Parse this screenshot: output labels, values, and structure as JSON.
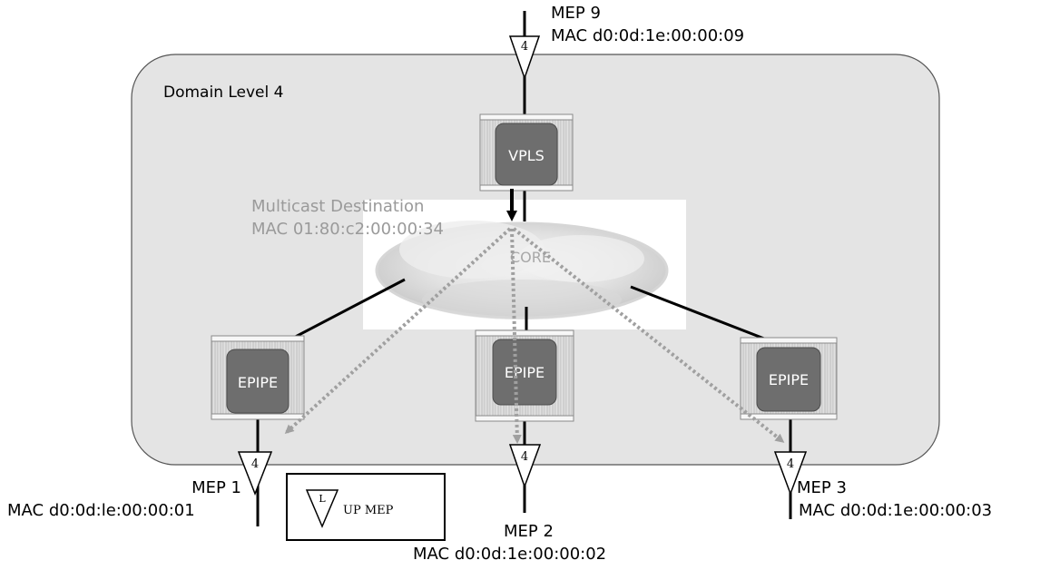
{
  "domain": {
    "label": "Domain Level 4"
  },
  "core": {
    "label": "CORE"
  },
  "multicast": {
    "title": "Multicast Destination",
    "mac": "MAC 01:80:c2:00:00:34"
  },
  "routers": {
    "vpls": "VPLS",
    "epipe1": "EPIPE",
    "epipe2": "EPIPE",
    "epipe3": "EPIPE"
  },
  "meps": {
    "mep9": {
      "name": "MEP 9",
      "mac": "MAC d0:0d:1e:00:00:09",
      "level": "4"
    },
    "mep1": {
      "name": "MEP 1",
      "mac": "MAC d0:0d:le:00:00:01",
      "level": "4"
    },
    "mep2": {
      "name": "MEP 2",
      "mac": "MAC d0:0d:1e:00:00:02",
      "level": "4"
    },
    "mep3": {
      "name": "MEP 3",
      "mac": "MAC d0:0d:1e:00:00:03",
      "level": "4"
    }
  },
  "legend": {
    "symbol": "L",
    "text": "UP MEP"
  },
  "colors": {
    "domain_fill": "#e4e4e4",
    "router_body": "#6e6e6e",
    "multicast_arrow": "#a0a0a0",
    "link": "#000000"
  }
}
